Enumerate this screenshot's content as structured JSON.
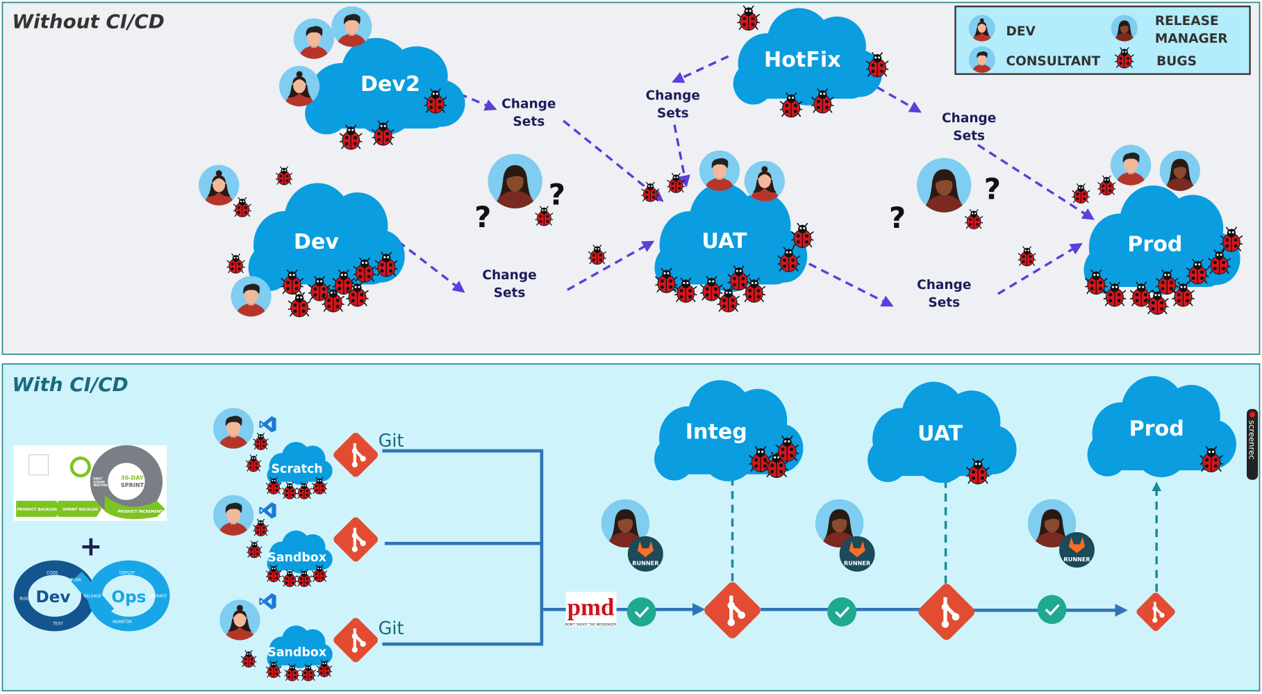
{
  "top_panel": {
    "title": "Without CI/CD",
    "clouds": [
      {
        "label": "Dev2"
      },
      {
        "label": "Dev"
      },
      {
        "label": "HotFix"
      },
      {
        "label": "UAT"
      },
      {
        "label": "Prod"
      }
    ],
    "change_sets": [
      {
        "lines": [
          "Change",
          "Sets"
        ]
      },
      {
        "lines": [
          "Change",
          "Sets"
        ]
      },
      {
        "lines": [
          "Change",
          "Sets"
        ]
      },
      {
        "lines": [
          "Change",
          "Sets"
        ]
      },
      {
        "lines": [
          "Change",
          "Sets"
        ]
      }
    ],
    "question_mark": "?",
    "legend": {
      "dev": "DEV",
      "consultant": "CONSULTANT",
      "release_manager": [
        "RELEASE",
        "MANAGER"
      ],
      "bugs": "BUGS"
    }
  },
  "bottom_panel": {
    "title": "With CI/CD",
    "sprint_image": {
      "product_backlog": "PRODUCT BACKLOG",
      "sprint_backlog": "SPRINT BACKLOG",
      "product_increment": "PRODUCT INCREMENT",
      "sprint": [
        "30-DAY",
        "SPRINT"
      ],
      "scrum": [
        "DAILY",
        "SCRUM",
        "MEETING"
      ]
    },
    "plus": "+",
    "devops": {
      "dev": "Dev",
      "ops": "Ops",
      "stages": [
        "CODE",
        "PLAN",
        "BUILD",
        "TEST",
        "RELEASE",
        "DEPLOY",
        "OPERATE",
        "MONITOR"
      ]
    },
    "dev_envs": [
      {
        "label": "Scratch",
        "git_label": "Git"
      },
      {
        "label": "Sandbox",
        "git_label": ""
      },
      {
        "label": "Sandbox",
        "git_label": "Git"
      }
    ],
    "pmd": {
      "logo": "pmd",
      "tagline": "DON'T SHOOT THE MESSENGER"
    },
    "runner_label": "RUNNER",
    "clouds": [
      {
        "label": "Integ"
      },
      {
        "label": "UAT"
      },
      {
        "label": "Prod"
      }
    ],
    "watermark": "screenrec"
  },
  "colors": {
    "cloud": "#0a9de0",
    "bug": "#d8141c",
    "dashed_arrow": "#5b3fd6",
    "pipeline": "#2e75b6",
    "check": "#1fa98f",
    "git": "#e24c32",
    "top_bg": "#eef0f3",
    "bottom_bg": "#cff3fb",
    "legend_bg": "#b3ecfa"
  }
}
